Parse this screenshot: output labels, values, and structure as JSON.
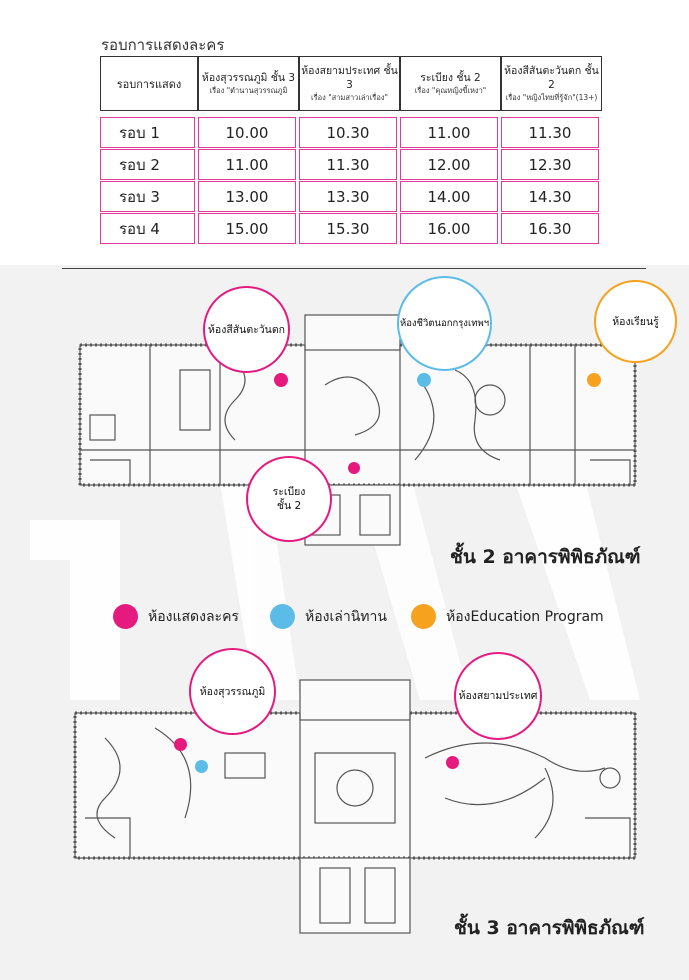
{
  "schedule": {
    "title": "รอบการแสดงละคร",
    "header_round": "รอบการแสดง",
    "columns": [
      {
        "room": "ห้องสุวรรณภูมิ ชั้น 3",
        "story": "เรื่อง \"ตำนานสุวรรณภูมิ"
      },
      {
        "room": "ห้องสยามประเทศ ชั้น 3",
        "story": "เรื่อง \"สามสาวเล่าเรื่อง\""
      },
      {
        "room": "ระเบียง ชั้น 2",
        "story": "เรื่อง \"คุณหญิงขี้เหงา\""
      },
      {
        "room": "ห้องสีสันตะวันตก ชั้น 2",
        "story": "เรื่อง \"หญิงไทยที่รู้จัก\"(13+)"
      }
    ],
    "rows": [
      {
        "round": "รอบ 1",
        "times": [
          "10.00",
          "10.30",
          "11.00",
          "11.30"
        ]
      },
      {
        "round": "รอบ 2",
        "times": [
          "11.00",
          "11.30",
          "12.00",
          "12.30"
        ]
      },
      {
        "round": "รอบ 3",
        "times": [
          "13.00",
          "13.30",
          "14.00",
          "14.30"
        ]
      },
      {
        "round": "รอบ 4",
        "times": [
          "15.00",
          "15.30",
          "16.00",
          "16.30"
        ]
      }
    ]
  },
  "floor2": {
    "label": "ชั้น 2 อาคารพิพิธภัณฑ์",
    "bubbles": {
      "west": "ห้องสีสันตะวันตก",
      "bangkok": "ห้องชีวิตนอกกรุงเทพฯ",
      "learning": "ห้องเรียนรู้",
      "veranda_line1": "ระเบียง",
      "veranda_line2": "ชั้น 2"
    }
  },
  "legend": {
    "theater": "ห้องแสดงละคร",
    "storytelling": "ห้องเล่านิทาน",
    "education": "ห้องEducation Program"
  },
  "floor3": {
    "label": "ชั้น 3 อาคารพิพิธภัณฑ์",
    "bubbles": {
      "suvarnabhumi": "ห้องสุวรรณภูมิ",
      "siam": "ห้องสยามประเทศ"
    }
  },
  "colors": {
    "pink": "#e6197f",
    "blue": "#5bbce8",
    "orange": "#f6a21e",
    "pink_border": "#e23a9a"
  }
}
